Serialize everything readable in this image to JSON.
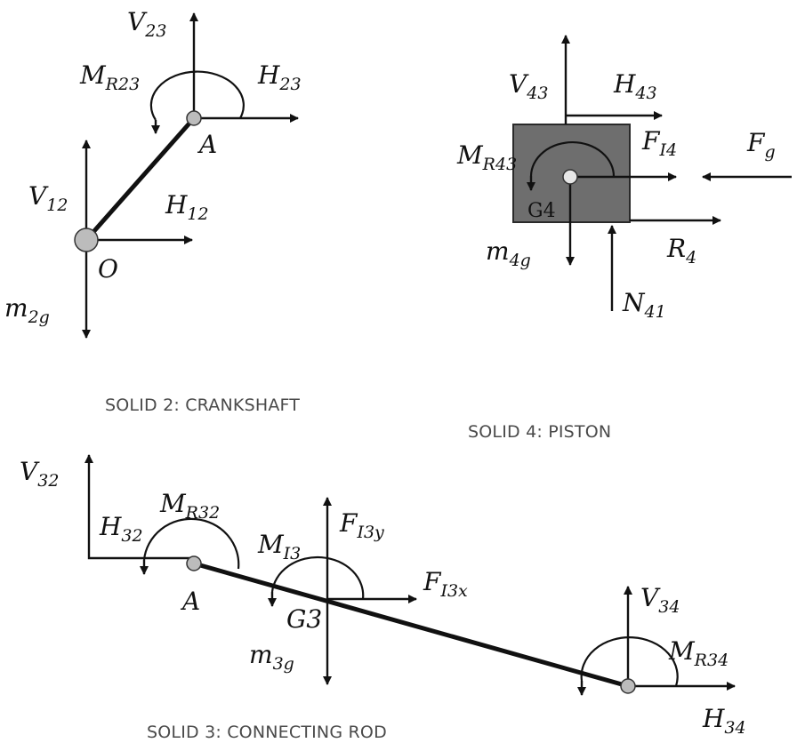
{
  "captions": {
    "crankshaft": "SOLID 2: CRANKSHAFT",
    "piston": "SOLID 4: PISTON",
    "rod": "SOLID 3: CONNECTING ROD"
  },
  "points": {
    "A1": "A",
    "O": "O",
    "G4": "G4",
    "A2": "A",
    "G3": "G3"
  },
  "forces": {
    "V23": {
      "base": "V",
      "sub": "23"
    },
    "H23": {
      "base": "H",
      "sub": "23"
    },
    "MR23": {
      "base": "M",
      "sub": "R23"
    },
    "V12": {
      "base": "V",
      "sub": "12"
    },
    "H12": {
      "base": "H",
      "sub": "12"
    },
    "m2g": {
      "base": "m",
      "sub": "2g"
    },
    "V43": {
      "base": "V",
      "sub": "43"
    },
    "H43": {
      "base": "H",
      "sub": "43"
    },
    "FI4": {
      "base": "F",
      "sub": "I4"
    },
    "Fg": {
      "base": "F",
      "sub": "g"
    },
    "MR43": {
      "base": "M",
      "sub": "R43"
    },
    "m4g": {
      "base": "m",
      "sub": "4g"
    },
    "R4": {
      "base": "R",
      "sub": "4"
    },
    "N41": {
      "base": "N",
      "sub": "41"
    },
    "V32": {
      "base": "V",
      "sub": "32"
    },
    "H32": {
      "base": "H",
      "sub": "32"
    },
    "MR32": {
      "base": "M",
      "sub": "R32"
    },
    "MI3": {
      "base": "M",
      "sub": "I3"
    },
    "FI3y": {
      "base": "F",
      "sub": "I3y"
    },
    "FI3x": {
      "base": "F",
      "sub": "I3x"
    },
    "m3g": {
      "base": "m",
      "sub": "3g"
    },
    "V34": {
      "base": "V",
      "sub": "34"
    },
    "MR34": {
      "base": "M",
      "sub": "R34"
    },
    "H34": {
      "base": "H",
      "sub": "34"
    }
  }
}
